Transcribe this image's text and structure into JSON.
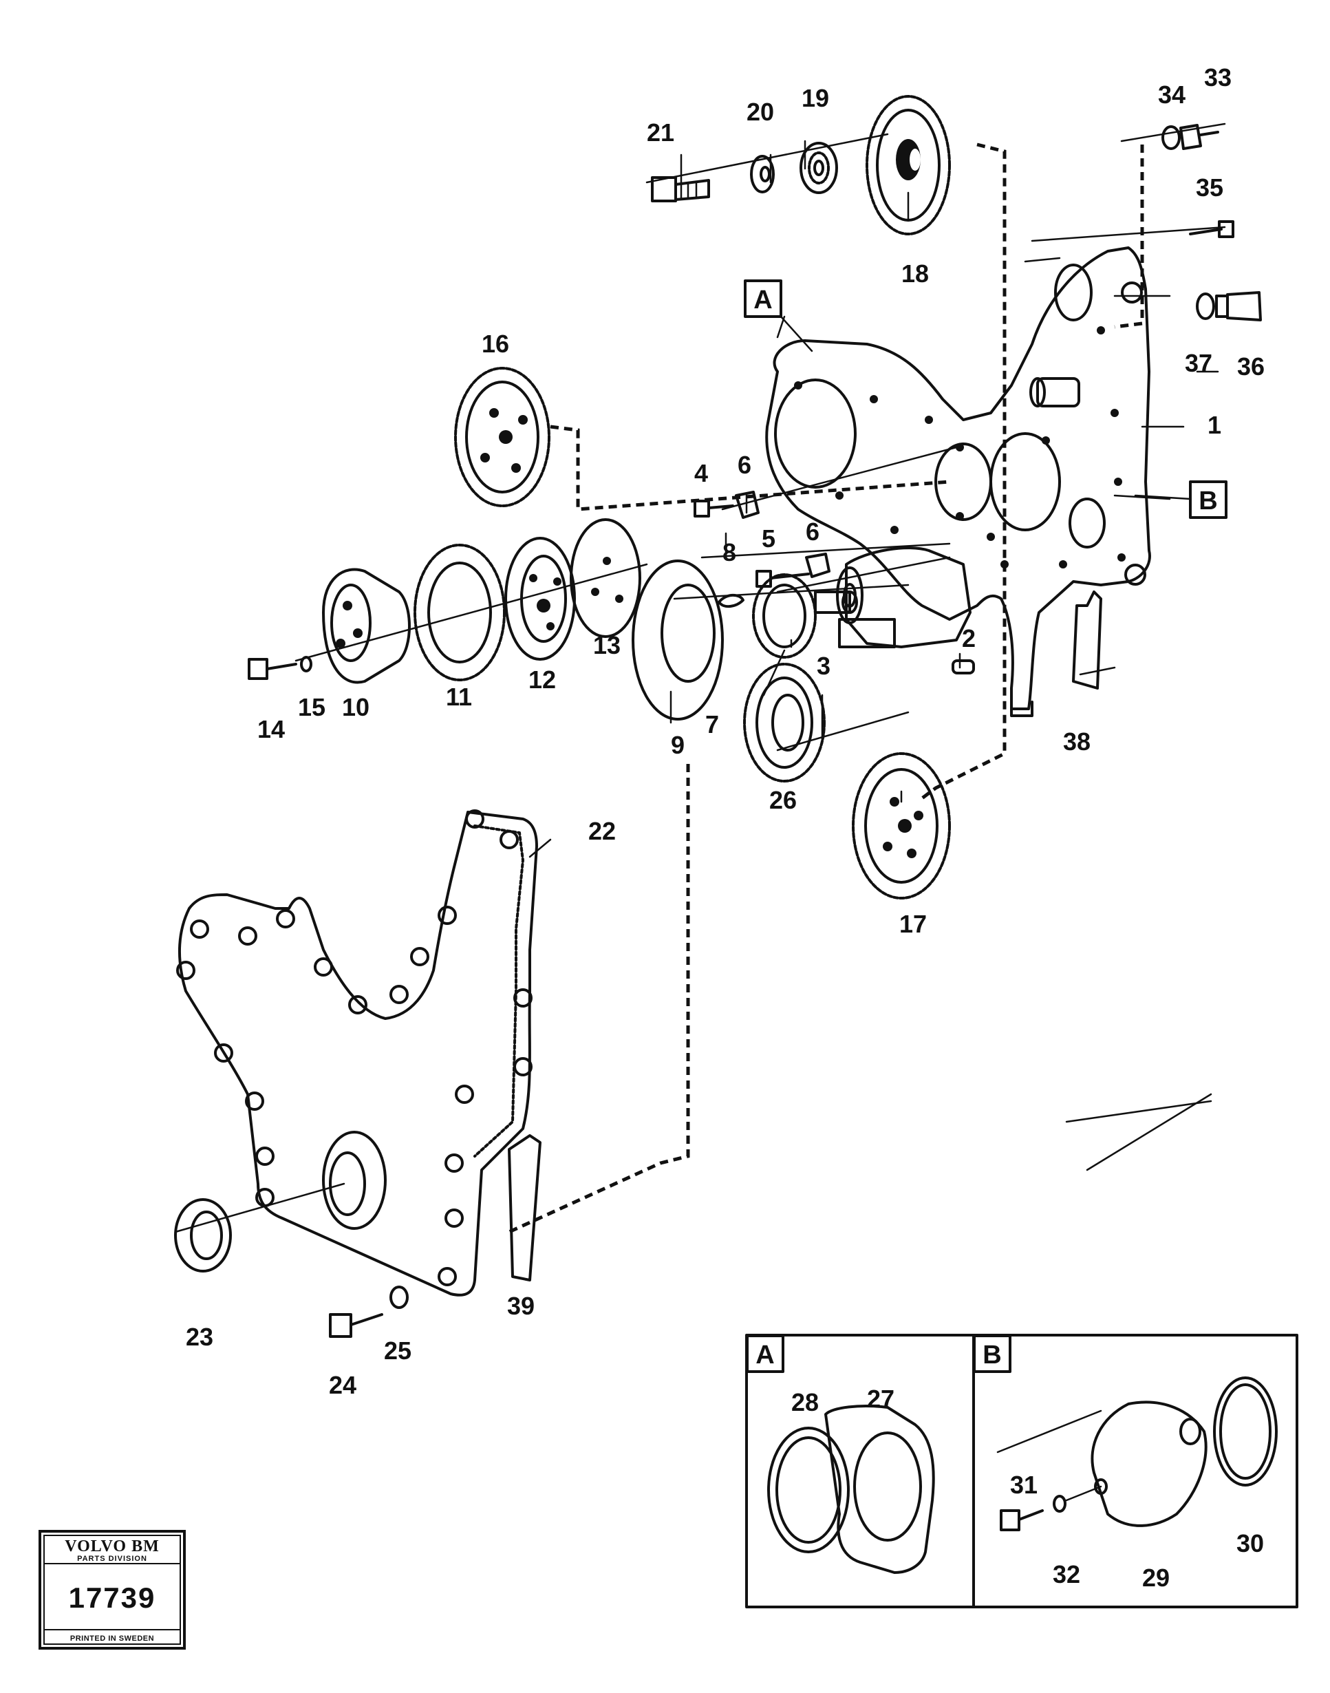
{
  "diagram": {
    "part_numbers": [
      "1",
      "2",
      "3",
      "4",
      "5",
      "6",
      "6",
      "7",
      "8",
      "9",
      "10",
      "11",
      "12",
      "13",
      "14",
      "15",
      "16",
      "17",
      "18",
      "19",
      "20",
      "21",
      "22",
      "23",
      "24",
      "25",
      "26",
      "27",
      "28",
      "29",
      "30",
      "31",
      "32",
      "33",
      "34",
      "35",
      "36",
      "37",
      "38",
      "39"
    ],
    "callout_boxes": {
      "a": "A",
      "b": "B"
    },
    "inset_a": {
      "letter": "A",
      "parts": [
        "27",
        "28"
      ]
    },
    "inset_b": {
      "letter": "B",
      "parts": [
        "29",
        "30",
        "31",
        "32"
      ]
    }
  },
  "logo": {
    "brand": "VOLVO BM",
    "division": "PARTS DIVISION",
    "number": "17739",
    "footer": "PRINTED IN SWEDEN"
  }
}
